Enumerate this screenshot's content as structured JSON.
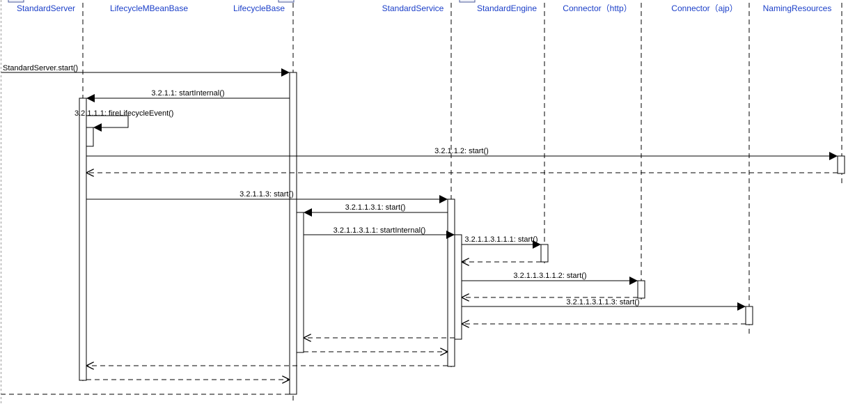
{
  "participants": [
    {
      "id": "StandardServer",
      "label": "StandardServer"
    },
    {
      "id": "LifecycleMBeanBase",
      "label": "LifecycleMBeanBase"
    },
    {
      "id": "LifecycleBase",
      "label": "LifecycleBase"
    },
    {
      "id": "StandardService",
      "label": "StandardService"
    },
    {
      "id": "StandardEngine",
      "label": "StandardEngine"
    },
    {
      "id": "ConnectorHttp",
      "label": "Connector（http）"
    },
    {
      "id": "ConnectorAjp",
      "label": "Connector（ajp）"
    },
    {
      "id": "NamingResources",
      "label": "NamingResources"
    }
  ],
  "messages": [
    {
      "id": "m0",
      "label": "StandardServer.start()",
      "from": "external",
      "to": "LifecycleBase",
      "kind": "call"
    },
    {
      "id": "m1",
      "label": "3.2.1.1: startInternal()",
      "from": "LifecycleBase",
      "to": "StandardServer",
      "kind": "call"
    },
    {
      "id": "m2",
      "label": "3.2.1.1.1: fireLifecycleEvent()",
      "from": "StandardServer",
      "to": "StandardServer",
      "kind": "self"
    },
    {
      "id": "m3",
      "label": "3.2.1.1.2: start()",
      "from": "StandardServer",
      "to": "NamingResources",
      "kind": "call"
    },
    {
      "id": "r3",
      "label": "",
      "from": "NamingResources",
      "to": "StandardServer",
      "kind": "return"
    },
    {
      "id": "m4",
      "label": "3.2.1.1.3: start()",
      "from": "StandardServer",
      "to": "StandardService",
      "kind": "call"
    },
    {
      "id": "m5",
      "label": "3.2.1.1.3.1: start()",
      "from": "StandardService",
      "to": "LifecycleBase",
      "kind": "call"
    },
    {
      "id": "m6",
      "label": "3.2.1.1.3.1.1: startInternal()",
      "from": "LifecycleBase",
      "to": "StandardService",
      "kind": "call"
    },
    {
      "id": "m7",
      "label": "3.2.1.1.3.1.1.1: start()",
      "from": "StandardService",
      "to": "StandardEngine",
      "kind": "call"
    },
    {
      "id": "r7",
      "label": "",
      "from": "StandardEngine",
      "to": "StandardService",
      "kind": "return"
    },
    {
      "id": "m8",
      "label": "3.2.1.1.3.1.1.2: start()",
      "from": "StandardService",
      "to": "ConnectorHttp",
      "kind": "call"
    },
    {
      "id": "r8",
      "label": "",
      "from": "ConnectorHttp",
      "to": "StandardService",
      "kind": "return"
    },
    {
      "id": "m9",
      "label": "3.2.1.1.3.1.1.3: start()",
      "from": "StandardService",
      "to": "ConnectorAjp",
      "kind": "call"
    },
    {
      "id": "r9",
      "label": "",
      "from": "ConnectorAjp",
      "to": "StandardService",
      "kind": "return"
    },
    {
      "id": "r6",
      "label": "",
      "from": "StandardService",
      "to": "LifecycleBase",
      "kind": "return"
    },
    {
      "id": "r5",
      "label": "",
      "from": "LifecycleBase",
      "to": "StandardService",
      "kind": "return"
    },
    {
      "id": "r4",
      "label": "",
      "from": "StandardService",
      "to": "StandardServer",
      "kind": "return"
    },
    {
      "id": "r1",
      "label": "",
      "from": "StandardServer",
      "to": "LifecycleBase",
      "kind": "return"
    },
    {
      "id": "r0",
      "label": "",
      "from": "LifecycleBase",
      "to": "external",
      "kind": "return"
    }
  ],
  "colors": {
    "header_text": "#1a3ec8",
    "line": "#000000",
    "lifeline": "#000000",
    "activation_fill": "#ffffff"
  }
}
